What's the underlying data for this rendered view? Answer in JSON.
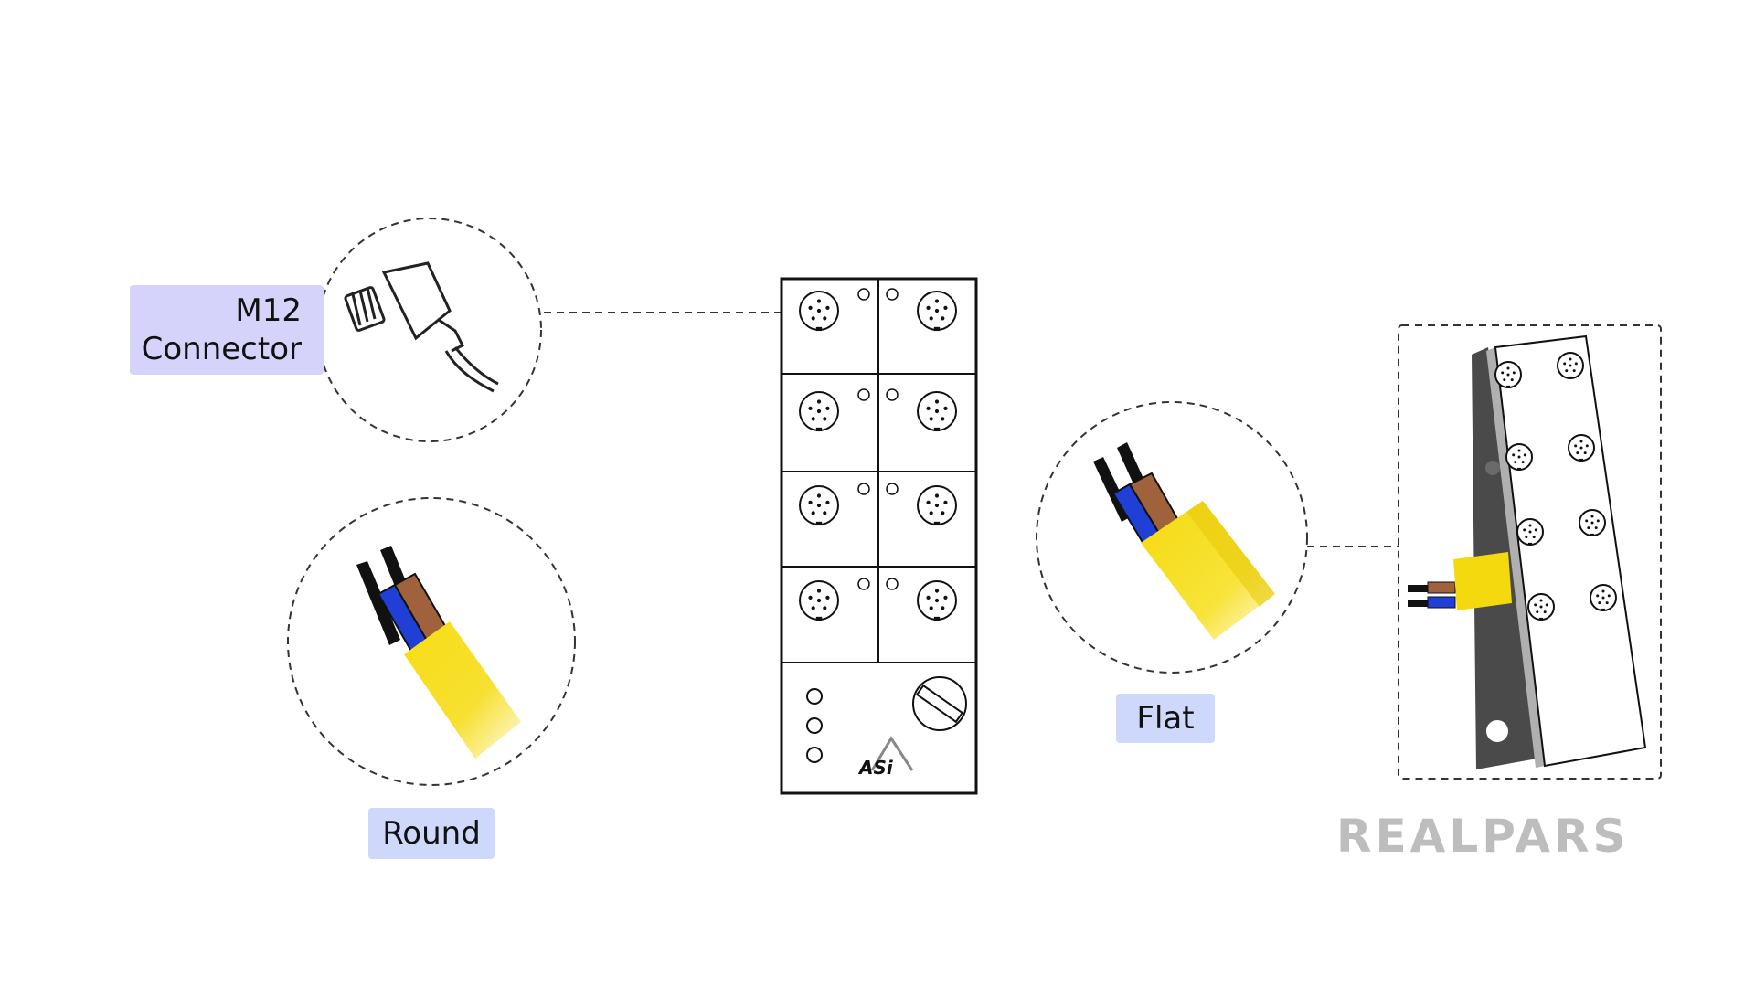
{
  "labels": {
    "m12_line1": "M12",
    "m12_line2": "Connector",
    "round": "Round",
    "flat": "Flat"
  },
  "module_logo": "ASi",
  "brand": "REALPARS",
  "colors": {
    "label_bg": "#cdd8fb",
    "cable_yellow": "#f7dd16",
    "wire_blue": "#1f3fd6",
    "wire_brown": "#a0613d",
    "wire_black": "#111111",
    "mount_gray": "#4a4a4a"
  }
}
